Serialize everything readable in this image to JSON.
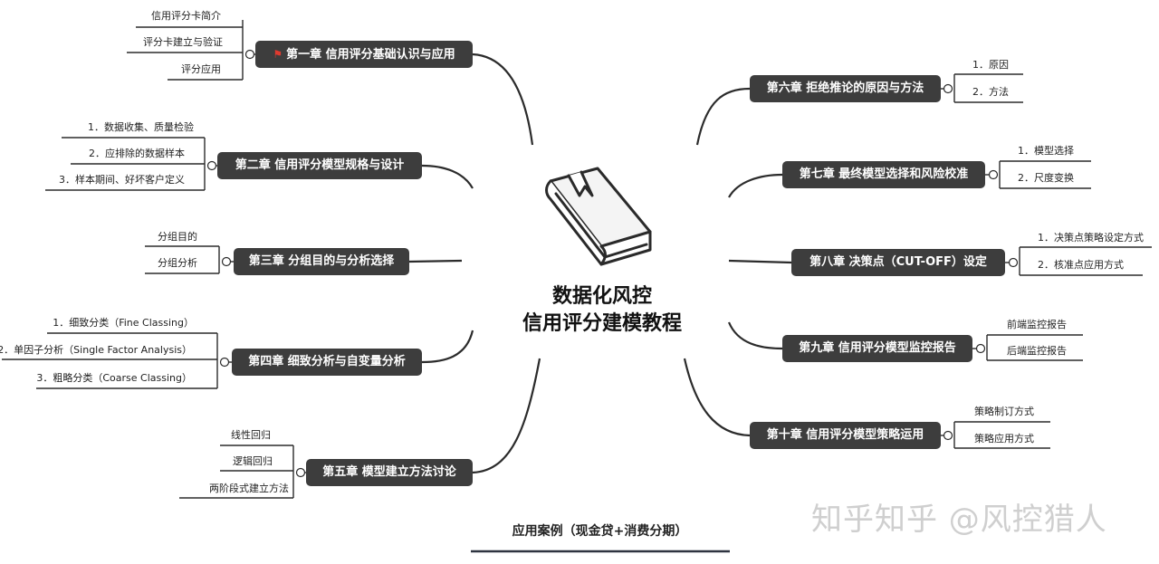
{
  "center": {
    "title_line1": "数据化风控",
    "title_line2": "信用评分建模教程",
    "icon": "book-icon"
  },
  "case": {
    "label": "应用案例（现金贷+消费分期）"
  },
  "watermark": {
    "text": "知乎知乎 @风控猎人"
  },
  "flag_color": "#e03a2f",
  "chapters": [
    {
      "label": "第一章 信用评分基础认识与应用",
      "items": [
        "信用评分卡简介",
        "评分卡建立与验证",
        "评分应用"
      ]
    },
    {
      "label": "第二章 信用评分模型规格与设计",
      "items": [
        "1．数据收集、质量检验",
        "2．应排除的数据样本",
        "3．样本期间、好坏客户定义"
      ]
    },
    {
      "label": "第三章 分组目的与分析选择",
      "items": [
        "分组目的",
        "分组分析"
      ]
    },
    {
      "label": "第四章 细致分析与自变量分析",
      "items": [
        "1．细致分类（Fine Classing）",
        "2．单因子分析（Single Factor Analysis）",
        "3．粗略分类（Coarse Classing）"
      ]
    },
    {
      "label": "第五章 模型建立方法讨论",
      "items": [
        "线性回归",
        "逻辑回归",
        "两阶段式建立方法"
      ]
    },
    {
      "label": "第六章 拒绝推论的原因与方法",
      "items": [
        "1．原因",
        "2．方法"
      ]
    },
    {
      "label": "第七章 最终模型选择和风险校准",
      "items": [
        "1．模型选择",
        "2．尺度变换"
      ]
    },
    {
      "label": "第八章 决策点（CUT-OFF）设定",
      "items": [
        "1．决策点策略设定方式",
        "2．核准点应用方式"
      ]
    },
    {
      "label": "第九章 信用评分模型监控报告",
      "items": [
        "前端监控报告",
        "后端监控报告"
      ]
    },
    {
      "label": "第十章 信用评分模型策略运用",
      "items": [
        "策略制订方式",
        "策略应用方式"
      ]
    }
  ]
}
